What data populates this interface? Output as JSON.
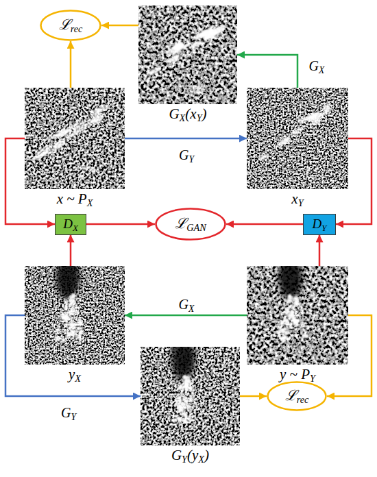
{
  "diagram": {
    "nodes": [
      {
        "text": [
          "ℒrec"
        ]
      },
      {
        "text": [
          "GX(xY)"
        ]
      },
      {
        "text": [
          "x ~ PX"
        ]
      },
      {
        "text": [
          "xY"
        ]
      },
      {
        "text": [
          "DX"
        ]
      },
      {
        "text": [
          "ℒGAN"
        ]
      },
      {
        "text": [
          "DY"
        ]
      },
      {
        "text": [
          "yX"
        ]
      },
      {
        "text": [
          "y ~ PY"
        ]
      },
      {
        "text": [
          "ℒrec"
        ]
      },
      {
        "text": [
          "GY(yX)"
        ]
      }
    ],
    "edges": [
      {
        "from": 1,
        "to": 0,
        "arrow": "to"
      },
      {
        "from": 2,
        "to": 0,
        "arrow": "to"
      },
      {
        "from": 2,
        "to": 3,
        "label": "GY",
        "arrow": "to"
      },
      {
        "from": 3,
        "to": 1,
        "label": "GX",
        "arrow": "to"
      },
      {
        "from": 2,
        "to": 4,
        "arrow": "to"
      },
      {
        "from": 7,
        "to": 4,
        "arrow": "to"
      },
      {
        "from": 4,
        "to": 5,
        "arrow": "to"
      },
      {
        "from": 6,
        "to": 5,
        "arrow": "to"
      },
      {
        "from": 3,
        "to": 6,
        "arrow": "to"
      },
      {
        "from": 8,
        "to": 6,
        "arrow": "to"
      },
      {
        "from": 8,
        "to": 7,
        "label": "GX",
        "arrow": "to"
      },
      {
        "from": 7,
        "to": 10,
        "label": "GY",
        "arrow": "to"
      },
      {
        "from": 10,
        "to": 9,
        "arrow": "to"
      },
      {
        "from": 8,
        "to": 9,
        "arrow": "to"
      }
    ]
  }
}
